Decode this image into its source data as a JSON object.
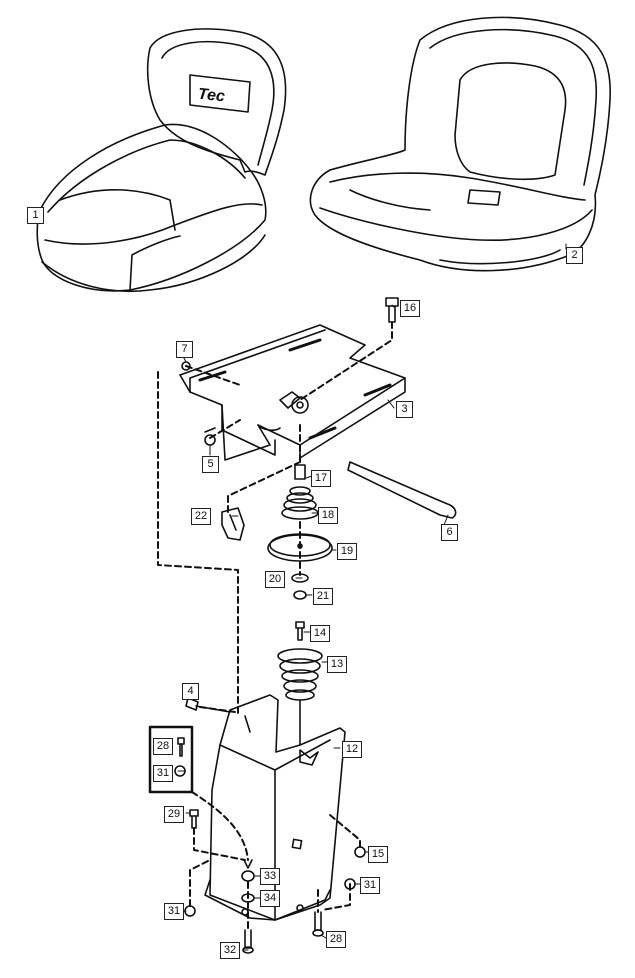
{
  "callouts": [
    {
      "id": "c1",
      "num": "1"
    },
    {
      "id": "c2",
      "num": "2"
    },
    {
      "id": "c3",
      "num": "3"
    },
    {
      "id": "c4",
      "num": "4"
    },
    {
      "id": "c5",
      "num": "5"
    },
    {
      "id": "c6",
      "num": "6"
    },
    {
      "id": "c7",
      "num": "7"
    },
    {
      "id": "c12",
      "num": "12"
    },
    {
      "id": "c13",
      "num": "13"
    },
    {
      "id": "c14",
      "num": "14"
    },
    {
      "id": "c15",
      "num": "15"
    },
    {
      "id": "c16",
      "num": "16"
    },
    {
      "id": "c17",
      "num": "17"
    },
    {
      "id": "c18",
      "num": "18"
    },
    {
      "id": "c19",
      "num": "19"
    },
    {
      "id": "c20",
      "num": "20"
    },
    {
      "id": "c21",
      "num": "21"
    },
    {
      "id": "c22",
      "num": "22"
    },
    {
      "id": "c28a",
      "num": "28"
    },
    {
      "id": "c28b",
      "num": "28"
    },
    {
      "id": "c29",
      "num": "29"
    },
    {
      "id": "c31a",
      "num": "31"
    },
    {
      "id": "c31b",
      "num": "31"
    },
    {
      "id": "c31c",
      "num": "31"
    },
    {
      "id": "c32",
      "num": "32"
    },
    {
      "id": "c33",
      "num": "33"
    },
    {
      "id": "c34",
      "num": "34"
    }
  ],
  "logo_text": "Tec"
}
